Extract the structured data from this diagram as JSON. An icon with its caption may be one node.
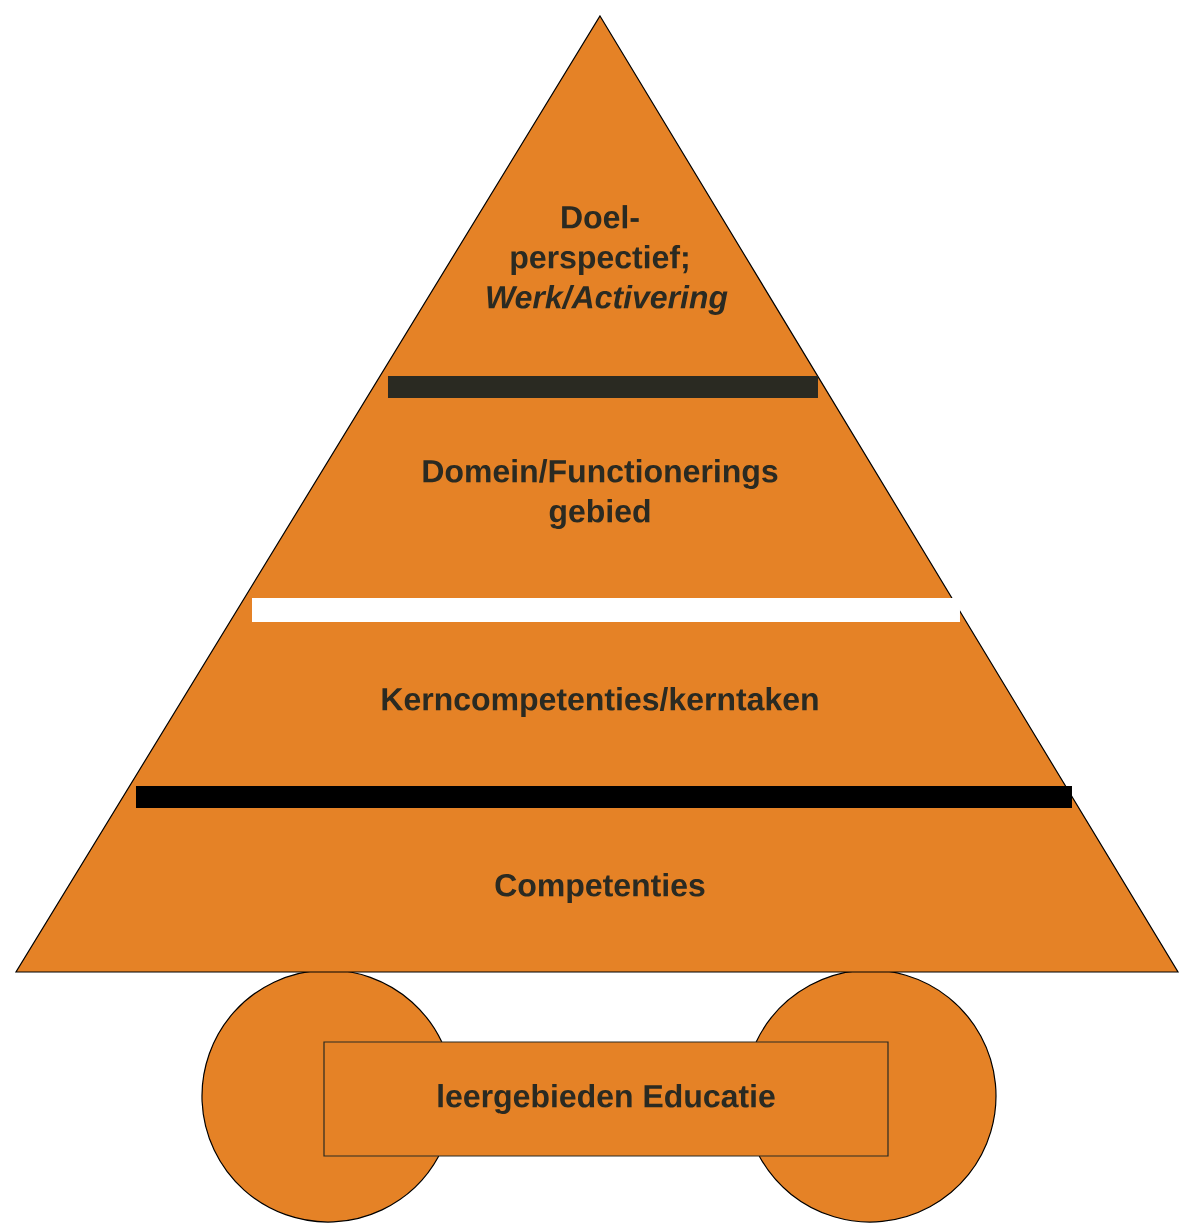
{
  "diagram": {
    "nodes": [
      {
        "text": [
          "Doel- perspectief; *Werk/Activering*"
        ]
      },
      {
        "text": [
          "Domein/Functionerings gebied"
        ]
      },
      {
        "text": [
          "Kerncompetenties/kerntaken"
        ]
      },
      {
        "text": [
          "Competenties"
        ]
      },
      {
        "text": [],
        "shape": "circle"
      },
      {
        "text": [],
        "shape": "circle"
      },
      {
        "text": [
          "leergebieden Educatie"
        ]
      }
    ]
  }
}
